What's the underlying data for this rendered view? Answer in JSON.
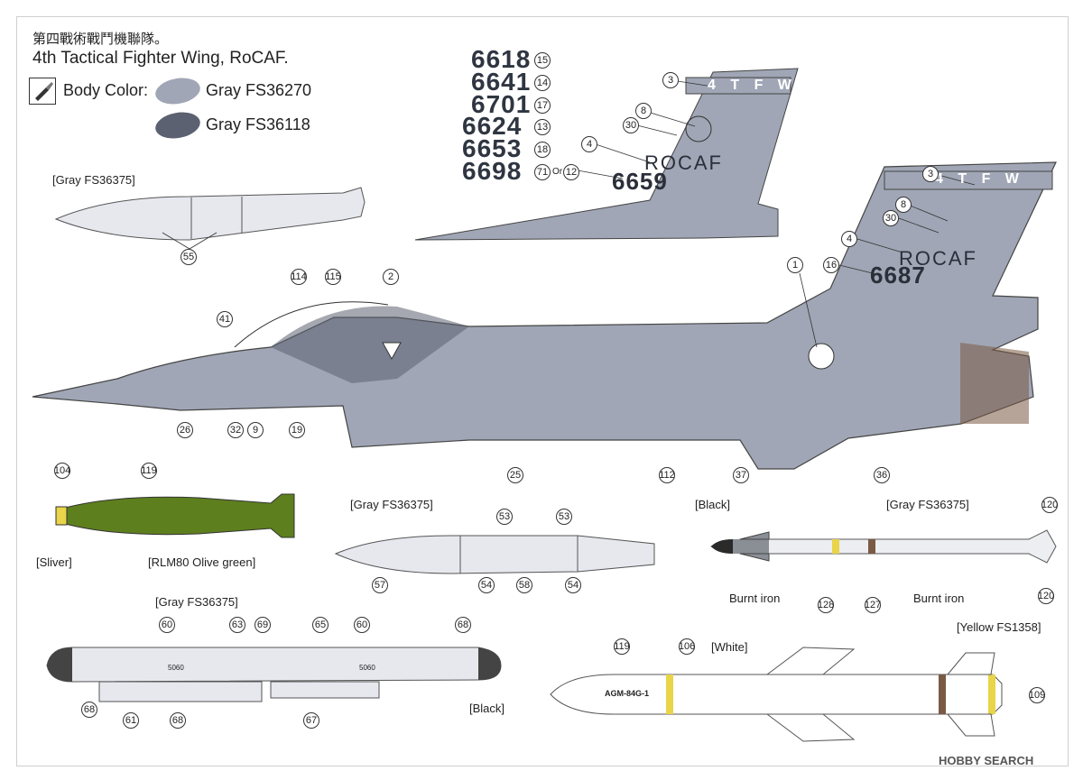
{
  "header": {
    "title_cn": "第四戰術戰鬥機聯隊。",
    "title_en": "4th Tactical Fighter Wing, RoCAF."
  },
  "legend": {
    "body_color_label": "Body Color:",
    "swatches": [
      {
        "label": "Gray  FS36270",
        "color": "#a0a6b5"
      },
      {
        "label": "Gray  FS36118",
        "color": "#5b6170"
      }
    ]
  },
  "serials": [
    {
      "number": "6618",
      "ref": "15"
    },
    {
      "number": "6641",
      "ref": "14"
    },
    {
      "number": "6701",
      "ref": "17"
    },
    {
      "number": "6624",
      "ref": "13"
    },
    {
      "number": "6653",
      "ref": "18"
    },
    {
      "number": "6698",
      "ref": "71",
      "or_text": "Or",
      "alt_ref": "12"
    }
  ],
  "tail_small": {
    "code": "4 T F W",
    "text": "ROCAF",
    "number": "6659"
  },
  "tail_main": {
    "code": "4 T F W",
    "text": "ROCAF",
    "number": "6687"
  },
  "labels": {
    "tank_top": "[Gray FS36375]",
    "pod_center": "[Gray FS36375]",
    "pod_bottom": "[Gray FS36375]",
    "missile_gray": "[Gray FS36375]",
    "black_missile": "[Black]",
    "black_pod": "[Black]",
    "white": "[White]",
    "yellow": "[Yellow FS1358]",
    "sliver": "[Sliver]",
    "olive": "[RLM80 Olive green]",
    "burnt1": "Burnt iron",
    "burnt2": "Burnt iron"
  },
  "callouts": [
    "3",
    "30",
    "8",
    "4",
    "3",
    "8",
    "30",
    "4",
    "16",
    "1",
    "114",
    "115",
    "2",
    "41",
    "26",
    "32",
    "9",
    "19",
    "25",
    "112",
    "37",
    "36",
    "55",
    "104",
    "119",
    "53",
    "53",
    "57",
    "54",
    "58",
    "54",
    "120",
    "128",
    "127",
    "120",
    "60",
    "63",
    "69",
    "65",
    "60",
    "68",
    "68",
    "61",
    "68",
    "67",
    "119",
    "106",
    "109"
  ],
  "weapon_text": {
    "agm": "AGM-84G-1",
    "pod_code1": "5060",
    "pod_code2": "5060"
  },
  "watermark": "HOBBY SEARCH",
  "colors": {
    "body_light": "#a0a6b5",
    "body_dark": "#5b6170",
    "olive": "#5e7f1e",
    "yellow": "#e9d44a",
    "tank_gray": "#e6e8ee",
    "burnt": "#7a5a44"
  }
}
